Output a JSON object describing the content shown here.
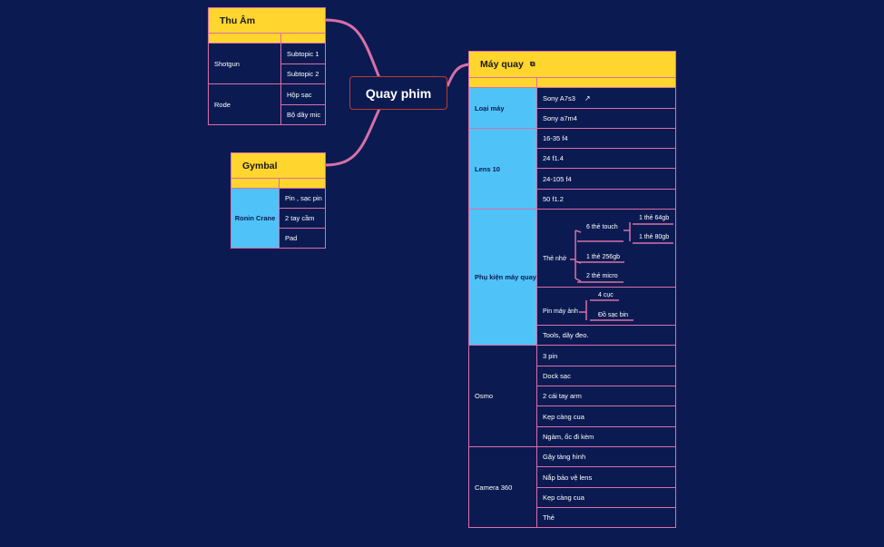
{
  "central": "Quay phim",
  "thu_am": {
    "title": "Thu Âm",
    "groups": [
      {
        "name": "Shotgun",
        "items": [
          "Subtopic 1",
          "Subtopic 2"
        ]
      },
      {
        "name": "Rode",
        "items": [
          "Hộp sạc",
          "Bộ dây mic"
        ]
      }
    ]
  },
  "gymbal": {
    "title": "Gymbal",
    "groups": [
      {
        "name": "Ronin Crane",
        "items": [
          "Pin , sạc pin",
          "2 tay cầm",
          "Pad"
        ]
      }
    ]
  },
  "may_quay": {
    "title": "Máy quay",
    "title_icon": "link-copy-icon",
    "loai_may": {
      "name": "Loại máy",
      "items": [
        "Sony A7s3",
        "Sony a7m4"
      ],
      "link_icon": "external-link-icon"
    },
    "lens": {
      "name": "Lens 10",
      "items": [
        "16-35 f4",
        "24 f1.4",
        "24-105 f4",
        "50 f1.2"
      ]
    },
    "phu_kien": {
      "name": "Phụ kiện máy quay",
      "the_nho": {
        "label": "Thẻ nhớ",
        "six_touch": "6 thẻ touch",
        "c64": "1 thẻ 64gb",
        "c80": "1 thẻ 80gb",
        "c256": "1 thẻ 256gb",
        "micro": "2 thẻ micro"
      },
      "pin": {
        "label": "Pin máy ảnh",
        "cuc": "4 cục",
        "sac": "Đồ sạc bin"
      },
      "tools": "Tools, dây đeo."
    },
    "osmo": {
      "name": "Osmo",
      "items": [
        "3 pin",
        "Dock sạc",
        "2 cái tay arm",
        "Kẹp càng cua",
        "Ngàm, ốc đi kèm"
      ]
    },
    "camera360": {
      "name": "Camera 360",
      "items": [
        "Gậy tàng hình",
        "Nắp bảo vệ lens",
        "Kẹp càng cua",
        "Thẻ"
      ]
    }
  },
  "colors": {
    "background": "#0b1b52",
    "header": "#ffd52e",
    "accent": "#4fc3f7",
    "border": "#d96fa8"
  }
}
